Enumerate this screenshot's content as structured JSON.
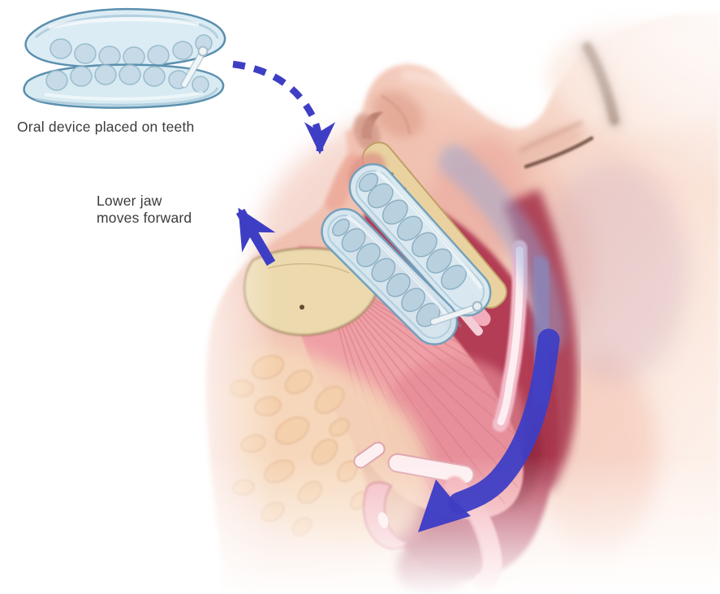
{
  "illustration": {
    "captions": {
      "device": "Oral device placed on teeth",
      "jaw_movement_line1": "Lower jaw",
      "jaw_movement_line2": "moves forward"
    },
    "colors": {
      "arrow_blue": "#3e3ec5",
      "device_fill": "#d9eaf3",
      "device_outline": "#6897b4",
      "skin": "#f4cfc0",
      "bone_tan": "#ecd9ae",
      "cavity_red": "#b23e55",
      "tongue_pink": "#efa0a6",
      "soft_palate_pink": "#f8d3da",
      "airflow_blue": "#8ea5d6",
      "gum_pink": "#f6b2c1",
      "label_text": "#3b3b3b",
      "background": "#ffffff"
    }
  }
}
